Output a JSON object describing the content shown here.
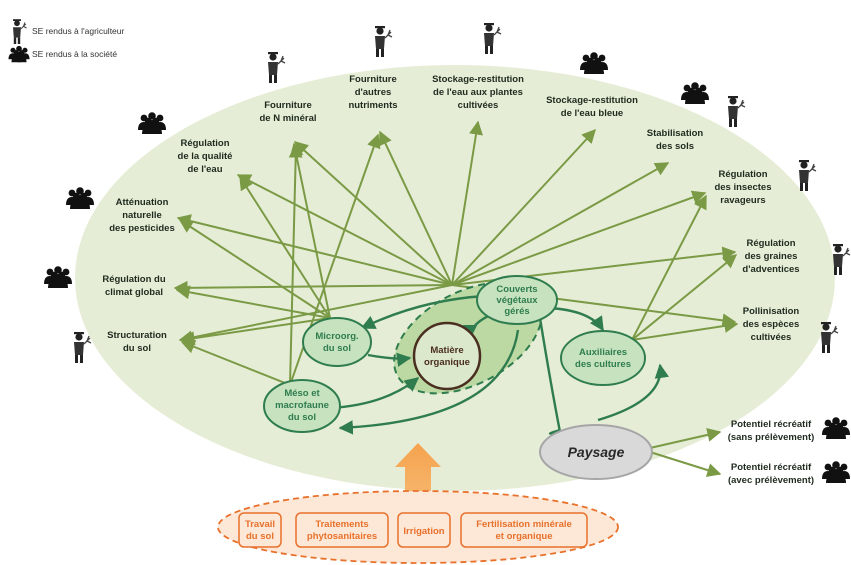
{
  "legend": {
    "farmer": "SE rendus à l'agriculteur",
    "society": "SE rendus à la société"
  },
  "services": {
    "n_mineral": [
      "Fourniture",
      "de N minéral"
    ],
    "autres_nutriments": [
      "Fourniture",
      "d'autres",
      "nutriments"
    ],
    "eau_plantes": [
      "Stockage-restitution",
      "de l'eau aux plantes",
      "cultivées"
    ],
    "eau_bleue": [
      "Stockage-restitution",
      "de l'eau bleue"
    ],
    "stabilisation": [
      "Stabilisation",
      "des sols"
    ],
    "qualite_eau": [
      "Régulation",
      "de la qualité",
      "de l'eau"
    ],
    "attenuation": [
      "Atténuation",
      "naturelle",
      "des pesticides"
    ],
    "climat": [
      "Régulation du",
      "climat global"
    ],
    "structuration": [
      "Structuration",
      "du sol"
    ],
    "insectes": [
      "Régulation",
      "des insectes",
      "ravageurs"
    ],
    "adventices": [
      "Régulation",
      "des graines",
      "d'adventices"
    ],
    "pollinisation": [
      "Pollinisation",
      "des espèces",
      "cultivées"
    ],
    "recreatif_sans": [
      "Potentiel récréatif",
      "(sans prélèvement)"
    ],
    "recreatif_avec": [
      "Potentiel récréatif",
      "(avec prélèvement)"
    ]
  },
  "nodes": {
    "couverts": [
      "Couverts",
      "végétaux",
      "gérés"
    ],
    "microorg": [
      "Microorg.",
      "du sol"
    ],
    "matiere": [
      "Matière",
      "organique"
    ],
    "meso": [
      "Méso et",
      "macrofaune",
      "du sol"
    ],
    "auxiliaires": [
      "Auxiliaires",
      "des cultures"
    ],
    "paysage": "Paysage"
  },
  "practices": {
    "travail": [
      "Travail",
      "du sol"
    ],
    "traitements": [
      "Traitements",
      "phytosanitaires"
    ],
    "irrigation": [
      "Irrigation"
    ],
    "fertilisation": [
      "Fertilisation minérale",
      "et organique"
    ]
  },
  "colors": {
    "ellipse_fill": "#e6edd6",
    "arrow_green": "#7a9a45",
    "node_green": "#2f7d4e",
    "node_fill": "#c6e2bf",
    "mo_brown": "#4a2e1f",
    "orange": "#e8712c",
    "paysage_fill": "#d9d9d9"
  }
}
